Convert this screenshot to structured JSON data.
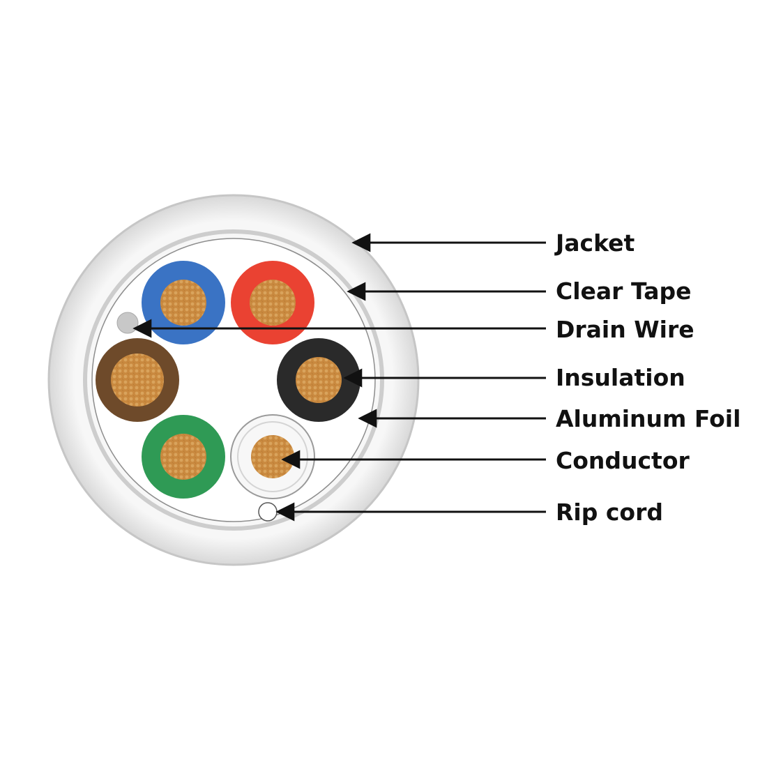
{
  "labels": {
    "jacket": "Jacket",
    "clear_tape": "Clear Tape",
    "drain_wire": "Drain Wire",
    "insulation": "Insulation",
    "aluminum_foil": "Aluminum Foil",
    "conductor": "Conductor",
    "rip_cord": "Rip cord"
  },
  "pairs": [
    {
      "name": "blue",
      "color": "#3a73c4"
    },
    {
      "name": "red",
      "color": "#ea4232"
    },
    {
      "name": "brown",
      "color": "#6e4a2a"
    },
    {
      "name": "black",
      "color": "#2a2a2a"
    },
    {
      "name": "green",
      "color": "#2f9a55"
    },
    {
      "name": "white",
      "color": "#f7f7f7"
    }
  ],
  "colors": {
    "jacket": "#f4f4f4",
    "foil": "#cccccc",
    "copper": "#c9893f",
    "drain_wire": "#c8c8c8",
    "leader": "#111111"
  }
}
